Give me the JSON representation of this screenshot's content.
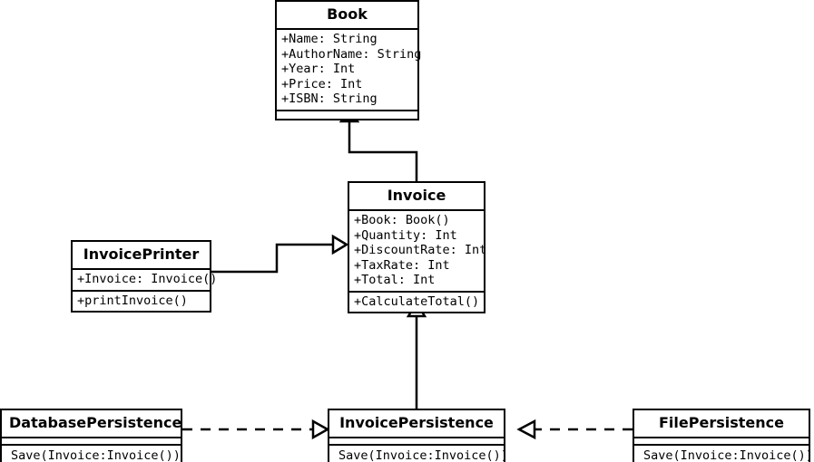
{
  "diagram": {
    "title": "UML Class Diagram",
    "stroke_color": "#000000",
    "background_color": "#ffffff"
  },
  "classes": [
    {
      "id": "book",
      "name": "Book",
      "attributes": [
        "+Name: String",
        "+AuthorName: String",
        "+Year: Int",
        "+Price: Int",
        "+ISBN: String"
      ],
      "methods": []
    },
    {
      "id": "invoice",
      "name": "Invoice",
      "attributes": [
        "+Book: Book()",
        "+Quantity: Int",
        "+DiscountRate: Int",
        "+TaxRate: Int",
        "+Total: Int"
      ],
      "methods": [
        "+CalculateTotal()"
      ]
    },
    {
      "id": "invoice-printer",
      "name": "InvoicePrinter",
      "attributes": [
        "+Invoice: Invoice()"
      ],
      "methods": [
        "+printInvoice()"
      ]
    },
    {
      "id": "database-persistence",
      "name": "DatabasePersistence",
      "attributes": [],
      "methods": [
        "Save(Invoice:Invoice())"
      ]
    },
    {
      "id": "invoice-persistence",
      "name": "InvoicePersistence",
      "attributes": [],
      "methods": [
        "Save(Invoice:Invoice())"
      ]
    },
    {
      "id": "file-persistence",
      "name": "FilePersistence",
      "attributes": [],
      "methods": [
        "Save(Invoice:Invoice())"
      ]
    }
  ],
  "relationships": [
    {
      "id": "invoice-to-book",
      "from": "invoice",
      "to": "book",
      "type": "generalization",
      "line_style": "solid",
      "arrowhead": "hollow-triangle"
    },
    {
      "id": "invoice-printer-to-invoice",
      "from": "invoice-printer",
      "to": "invoice",
      "type": "association",
      "line_style": "solid",
      "arrowhead": "hollow-triangle"
    },
    {
      "id": "invoice-persistence-to-invoice",
      "from": "invoice-persistence",
      "to": "invoice",
      "type": "generalization",
      "line_style": "solid",
      "arrowhead": "hollow-triangle"
    },
    {
      "id": "database-persistence-to-invoice-persistence",
      "from": "database-persistence",
      "to": "invoice-persistence",
      "type": "realization",
      "line_style": "dashed",
      "arrowhead": "hollow-triangle"
    },
    {
      "id": "file-persistence-to-invoice-persistence",
      "from": "file-persistence",
      "to": "invoice-persistence",
      "type": "realization",
      "line_style": "dashed",
      "arrowhead": "hollow-triangle"
    }
  ]
}
